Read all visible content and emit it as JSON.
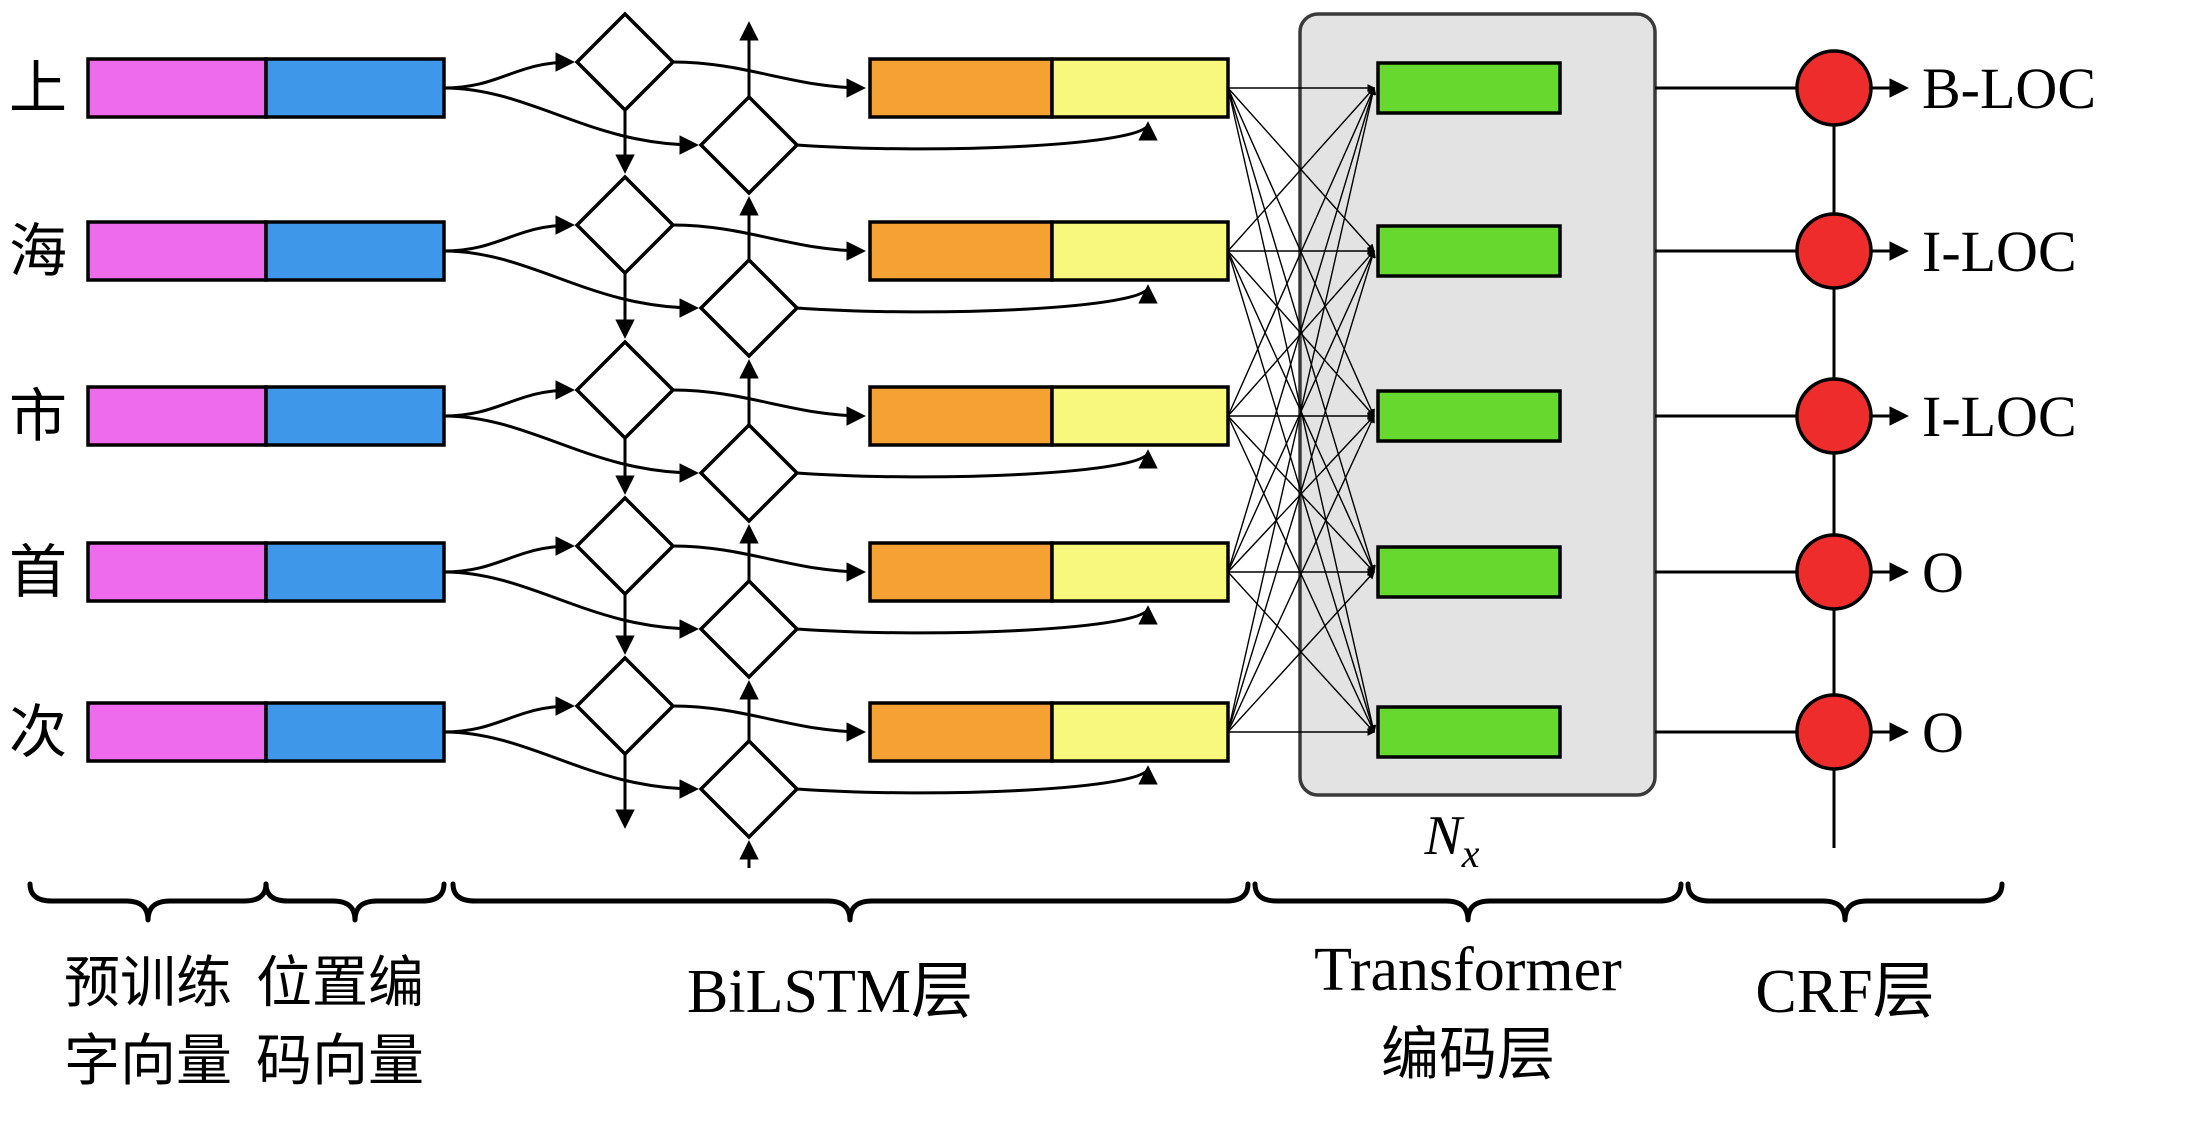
{
  "figure": {
    "characters": [
      "上",
      "海",
      "市",
      "首",
      "次"
    ],
    "output_labels": [
      "B-LOC",
      "I-LOC",
      "I-LOC",
      "O",
      "O"
    ],
    "transformer_repeat": {
      "base": "N",
      "sub": "x"
    },
    "layer_labels": {
      "embedding_char_line1": "预训练",
      "embedding_char_line2": "字向量",
      "embedding_pos_line1": "位置编",
      "embedding_pos_line2": "码向量",
      "bilstm": "BiLSTM层",
      "transformer_line1": "Transformer",
      "transformer_line2": "编码层",
      "crf": "CRF层"
    },
    "colors": {
      "char_embedding": "#ee6bee",
      "position_embedding": "#3e97e9",
      "forward_hidden": "#f5a133",
      "backward_hidden": "#f8f77e",
      "transformer_unit": "#67d92e",
      "crf_node": "#ee2c2c",
      "encoder_box": "#e3e3e3",
      "lstm_cell": "#ffffff"
    }
  }
}
